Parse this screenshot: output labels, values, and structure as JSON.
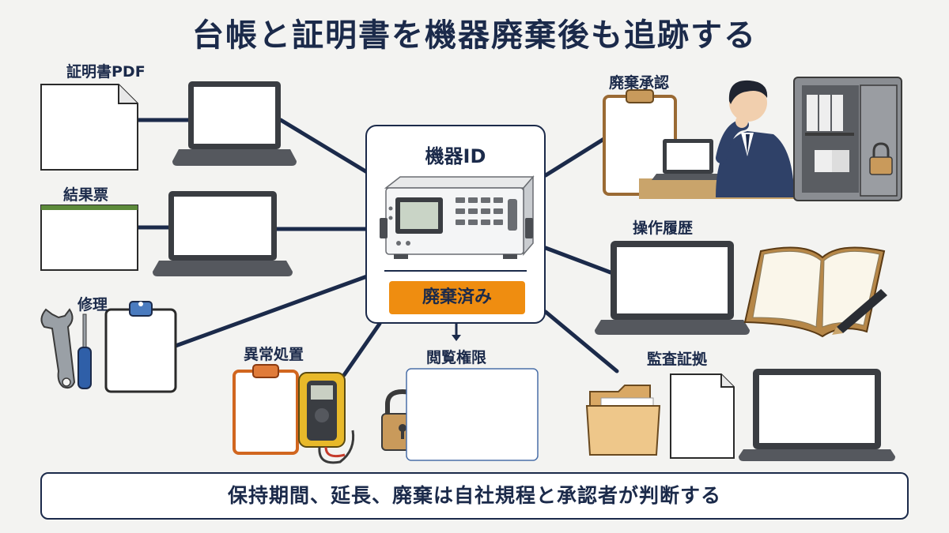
{
  "title": "台帳と証明書を機器廃棄後も追跡する",
  "center": {
    "title": "機器ID",
    "status_badge": "廃棄済み"
  },
  "nodes": {
    "certificate_pdf": "証明書PDF",
    "results_sheet": "結果票",
    "repair": "修理",
    "anomaly_handling": "異常処置",
    "access_rights": "閲覧権限",
    "disposal_approval": "廃棄承認",
    "operation_history": "操作履歴",
    "audit_evidence": "監査証拠"
  },
  "footer": "保持期間、延長、廃棄は自社規程と承認者が判断する",
  "colors": {
    "navy": "#1b2a4a",
    "badge_orange": "#ef8d10",
    "background": "#f3f3f1"
  }
}
